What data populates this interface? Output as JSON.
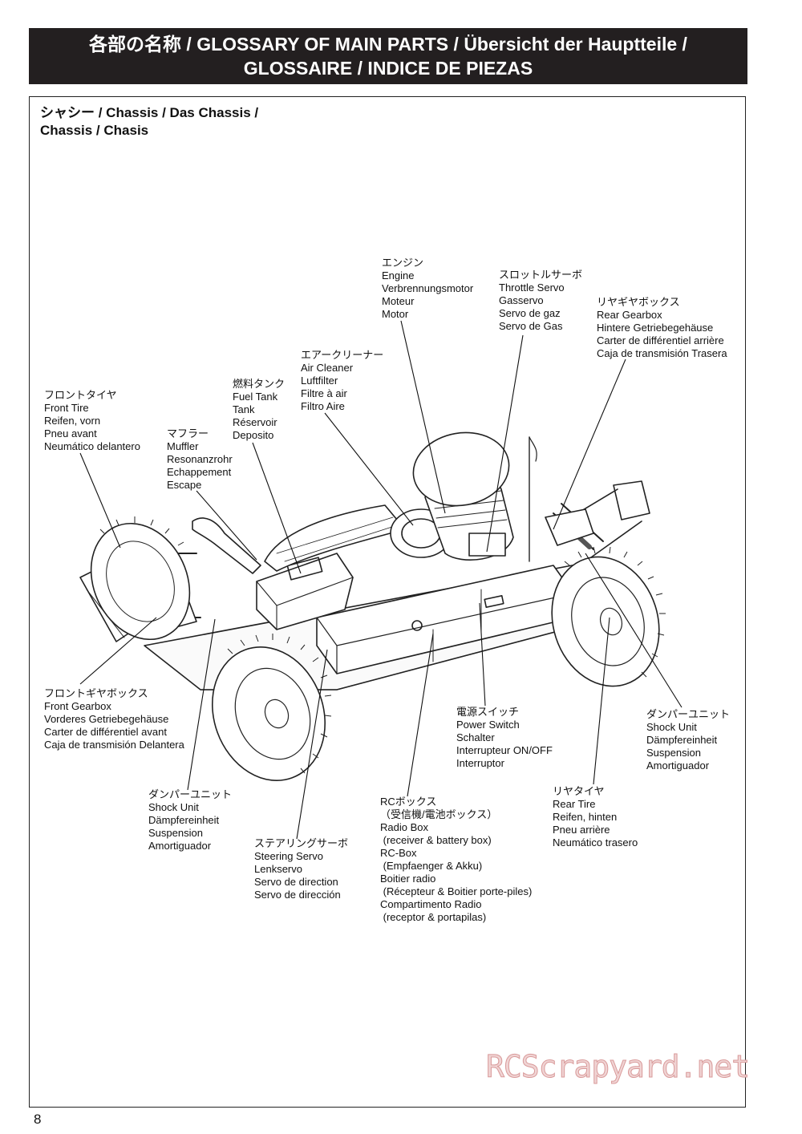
{
  "header": {
    "line1": "各部の名称 / GLOSSARY OF MAIN PARTS / Übersicht der Hauptteile /",
    "line2": "GLOSSAIRE / INDICE DE PIEZAS"
  },
  "section": {
    "line1": "シャシー /  Chassis / Das Chassis /",
    "line2": "Chassis / Chasis"
  },
  "labels": [
    {
      "id": "engine",
      "lines": [
        "エンジン",
        "Engine",
        "Verbrennungsmotor",
        "Moteur",
        "Motor"
      ]
    },
    {
      "id": "throttle-servo",
      "lines": [
        "スロットルサーボ",
        "Throttle Servo",
        "Gasservo",
        "Servo de gaz",
        "Servo de Gas"
      ]
    },
    {
      "id": "rear-gearbox",
      "lines": [
        "リヤギヤボックス",
        "Rear Gearbox",
        "Hintere Getriebegehäuse",
        "Carter de différentiel arrière",
        "Caja de transmisión Trasera"
      ]
    },
    {
      "id": "air-cleaner",
      "lines": [
        "エアークリーナー",
        "Air Cleaner",
        "Luftfilter",
        "Filtre à air",
        "Filtro Aire"
      ]
    },
    {
      "id": "fuel-tank",
      "lines": [
        "燃料タンク",
        "Fuel Tank",
        "Tank",
        "Réservoir",
        "Deposito"
      ]
    },
    {
      "id": "front-tire",
      "lines": [
        "フロントタイヤ",
        "Front Tire",
        "Reifen, vorn",
        "Pneu avant",
        "Neumático delantero"
      ]
    },
    {
      "id": "muffler",
      "lines": [
        "マフラー",
        "Muffler",
        "Resonanzrohr",
        "Echappement",
        "Escape"
      ]
    },
    {
      "id": "front-gearbox",
      "lines": [
        "フロントギヤボックス",
        "Front Gearbox",
        "Vorderes Getriebegehäuse",
        "Carter de différentiel avant",
        "Caja de transmisión Delantera"
      ]
    },
    {
      "id": "power-switch",
      "lines": [
        "電源スイッチ",
        "Power Switch",
        "Schalter",
        "Interrupteur ON/OFF",
        "Interruptor"
      ]
    },
    {
      "id": "shock-unit-rear",
      "lines": [
        "ダンパーユニット",
        "Shock Unit",
        "Dämpfereinheit",
        "Suspension",
        "Amortiguador"
      ]
    },
    {
      "id": "shock-unit-front",
      "lines": [
        "ダンパーユニット",
        "Shock Unit",
        "Dämpfereinheit",
        "Suspension",
        "Amortiguador"
      ]
    },
    {
      "id": "rear-tire",
      "lines": [
        "リヤタイヤ",
        "Rear Tire",
        "Reifen, hinten",
        "Pneu arrière",
        "Neumático trasero"
      ]
    },
    {
      "id": "rc-box",
      "lines": [
        "RCボックス",
        "（受信機/電池ボックス）",
        "Radio Box",
        " (receiver & battery box)",
        "RC-Box",
        " (Empfaenger & Akku)",
        "Boitier radio",
        " (Récepteur & Boitier porte-piles)",
        "Compartimento Radio",
        " (receptor & portapilas)"
      ]
    },
    {
      "id": "steering-servo",
      "lines": [
        "ステアリングサーボ",
        "Steering Servo",
        "Lenkservo",
        "Servo de direction",
        "Servo de dirección"
      ]
    }
  ],
  "page_number": "8",
  "watermark": "RCScrapyard.net"
}
